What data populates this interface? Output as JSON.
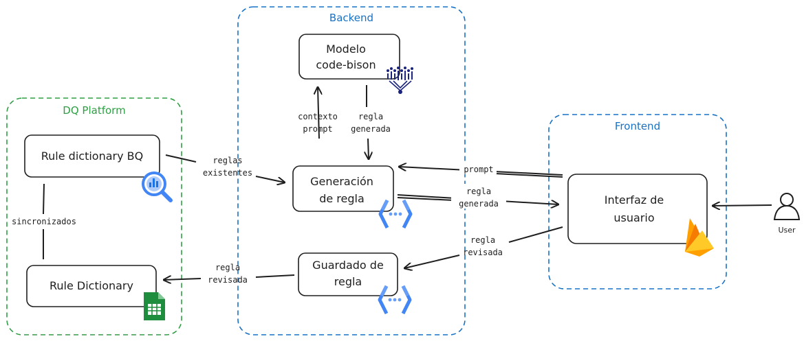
{
  "groups": {
    "backend": {
      "title": "Backend",
      "color": "#1971c2"
    },
    "dq_platform": {
      "title": "DQ Platform",
      "color": "#2f9e44"
    },
    "frontend": {
      "title": "Frontend",
      "color": "#1971c2"
    }
  },
  "nodes": {
    "model": {
      "line1": "Modelo",
      "line2": "code-bison",
      "icon": "vertex-ai-model-icon"
    },
    "generation": {
      "line1": "Generación",
      "line2": "de regla",
      "icon": "cloud-functions-icon"
    },
    "save": {
      "line1": "Guardado de",
      "line2": "regla",
      "icon": "cloud-functions-icon"
    },
    "rule_bq": {
      "line1": "Rule dictionary BQ",
      "icon": "bigquery-icon"
    },
    "rule_dict": {
      "line1": "Rule Dictionary",
      "icon": "google-sheets-icon"
    },
    "ui": {
      "line1": "Interfaz de",
      "line2": "usuario",
      "icon": "firebase-icon"
    },
    "user": {
      "label": "User",
      "icon": "user-icon"
    }
  },
  "edges": {
    "contexto": {
      "line1": "contexto",
      "line2": "prompt"
    },
    "regla_generada_up": {
      "line1": "regla",
      "line2": "generada"
    },
    "reglas_existentes": {
      "line1": "reglas",
      "line2": "existentes"
    },
    "prompt": {
      "line1": "prompt"
    },
    "regla_generada_right": {
      "line1": "regla",
      "line2": "generada"
    },
    "regla_revisada_ui": {
      "line1": "regla",
      "line2": "revisada"
    },
    "regla_revisada_dict": {
      "line1": "regla",
      "line2": "revisada"
    },
    "sincronizados": {
      "line1": "sincronizados"
    }
  }
}
